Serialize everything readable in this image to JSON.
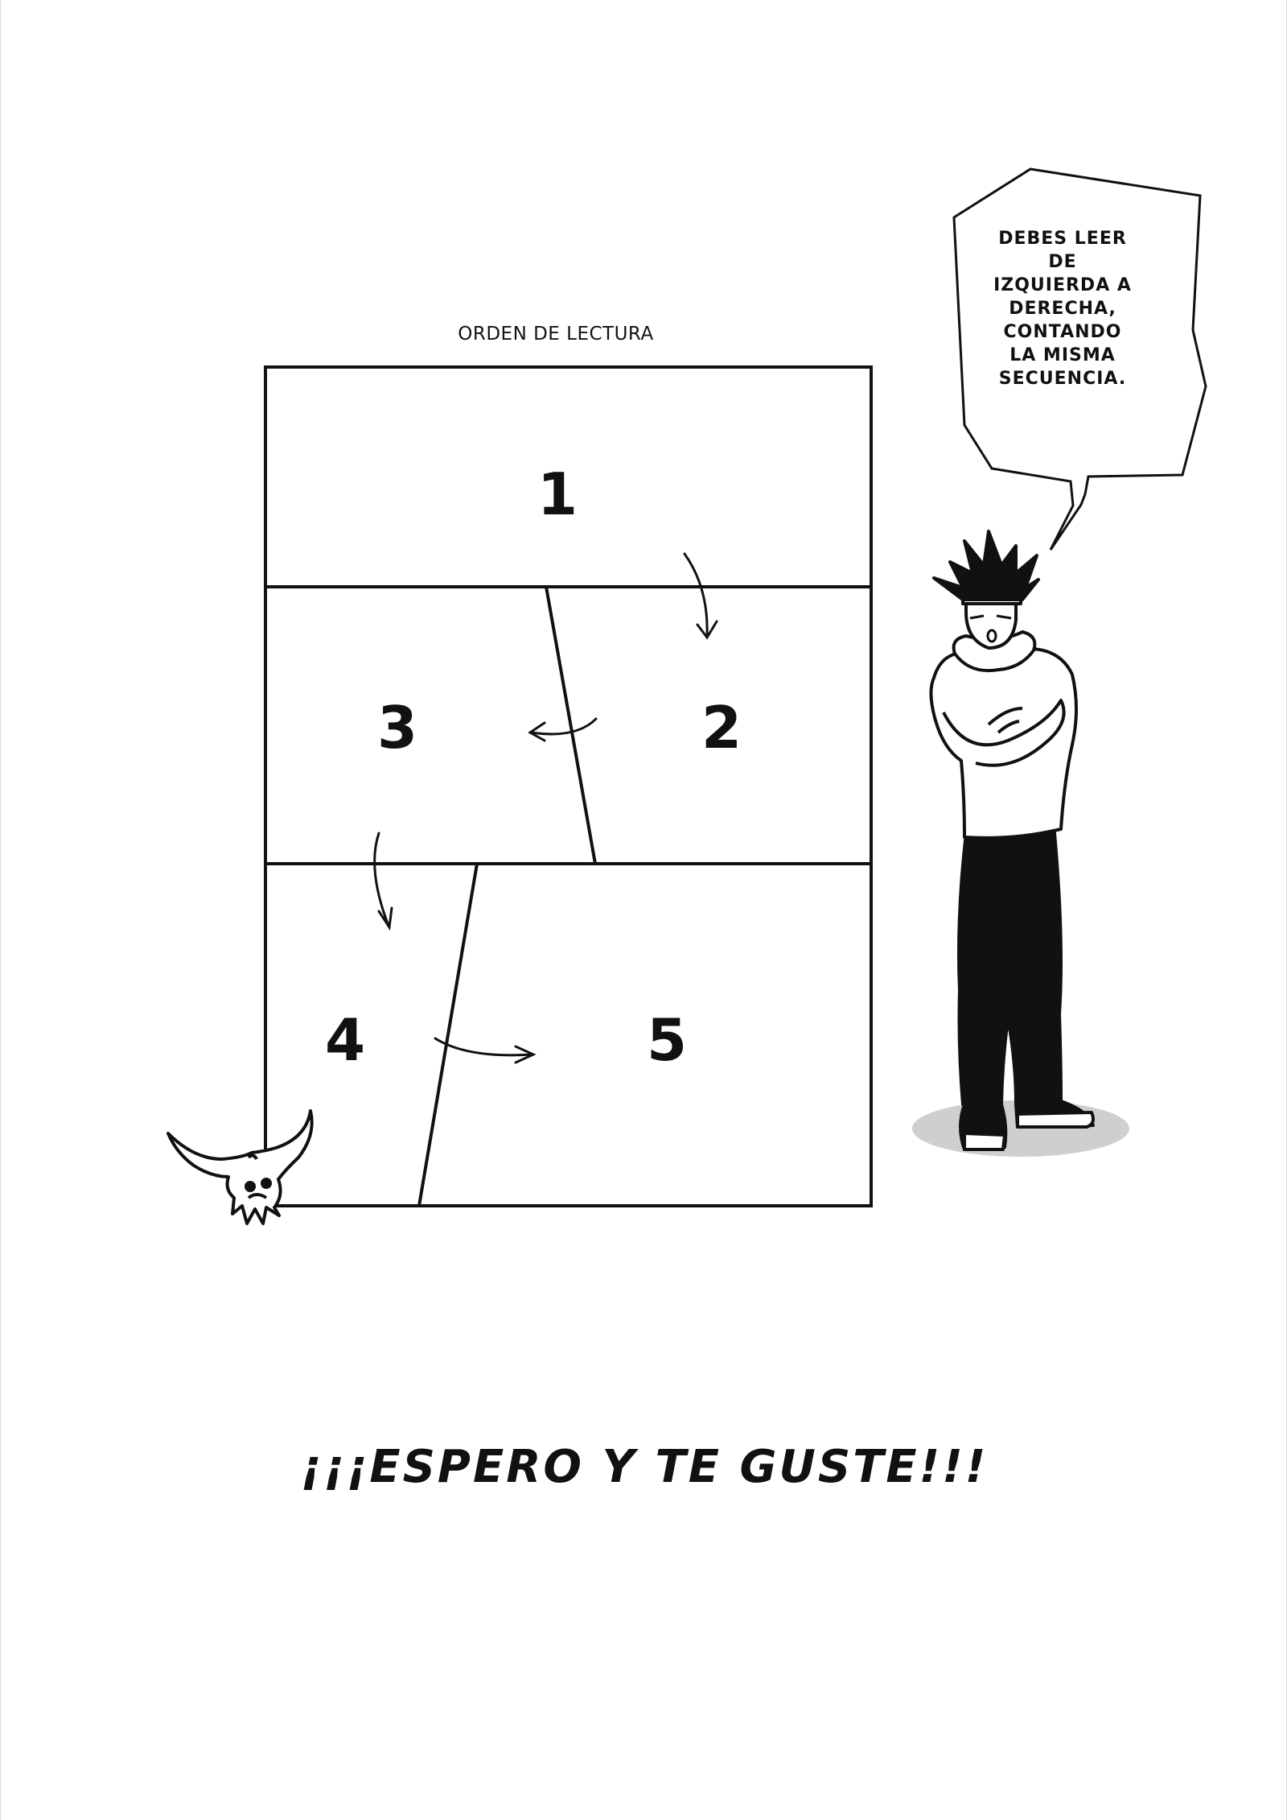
{
  "caption": "ORDEN DE LECTURA",
  "panels": [
    {
      "label": "1"
    },
    {
      "label": "2"
    },
    {
      "label": "3"
    },
    {
      "label": "4"
    },
    {
      "label": "5"
    }
  ],
  "speech_bubble": {
    "lines": [
      "DEBES LEER",
      "DE",
      "IZQUIERDA A",
      "DERECHA,",
      "CONTANDO",
      "LA MISMA",
      "SECUENCIA."
    ]
  },
  "closing": "¡¡¡ESPERO Y TE GUSTE!!!",
  "colors": {
    "ink": "#111111",
    "paper": "#ffffff",
    "shadow": "#cfcfcf"
  },
  "decorations": [
    "horned-skull-icon",
    "character-illustration",
    "reading-order-arrows"
  ]
}
